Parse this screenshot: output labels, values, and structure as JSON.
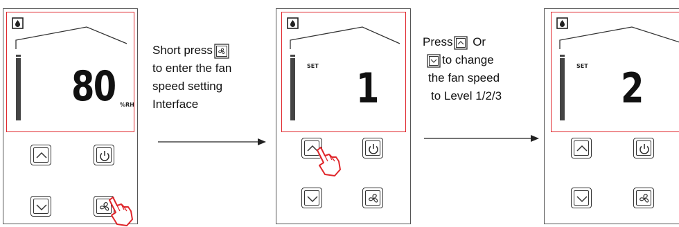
{
  "panels": [
    {
      "display_value": "80",
      "unit": "%RH",
      "set_label": ""
    },
    {
      "display_value": "1",
      "unit": "",
      "set_label": "SET"
    },
    {
      "display_value": "2",
      "unit": "",
      "set_label": "SET"
    }
  ],
  "steps": [
    {
      "lines": [
        "Short press",
        "to enter the fan",
        "speed setting",
        "Interface"
      ]
    },
    {
      "lines": [
        "Press",
        "Or",
        "to change",
        "the fan speed",
        "to Level 1/2/3"
      ]
    }
  ],
  "icons": [
    "droplet-icon",
    "up-arrow-icon",
    "down-arrow-icon",
    "power-icon",
    "fan-icon",
    "hand-pointer-icon",
    "arrow-right-icon"
  ],
  "colors": {
    "accent_red": "#e0262b",
    "outline": "#333333"
  }
}
